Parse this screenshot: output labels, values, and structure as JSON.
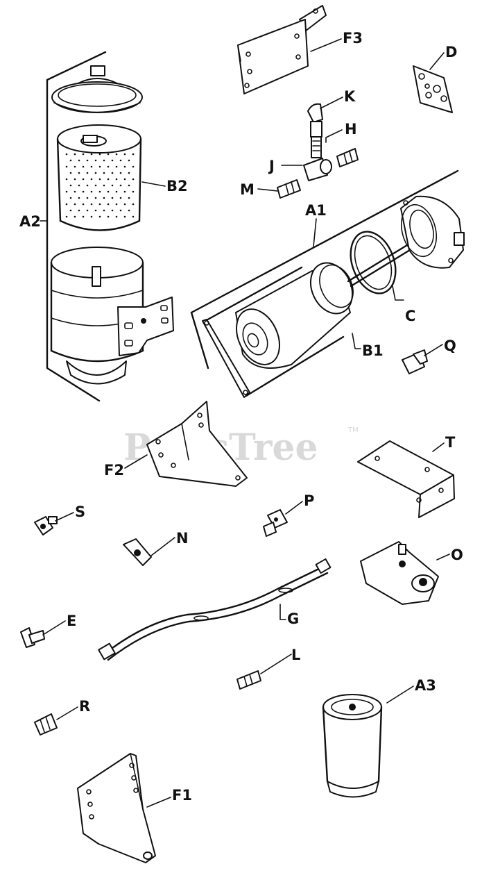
{
  "watermark": {
    "text": "PartsTree",
    "trademark": "TM"
  },
  "labels": {
    "A1": "A1",
    "A2": "A2",
    "A3": "A3",
    "B1": "B1",
    "B2": "B2",
    "C": "C",
    "D": "D",
    "E": "E",
    "F1": "F1",
    "F2": "F2",
    "F3": "F3",
    "G": "G",
    "H": "H",
    "J": "J",
    "K": "K",
    "L": "L",
    "M": "M",
    "N": "N",
    "O": "O",
    "P": "P",
    "Q": "Q",
    "R": "R",
    "S": "S",
    "T": "T"
  }
}
